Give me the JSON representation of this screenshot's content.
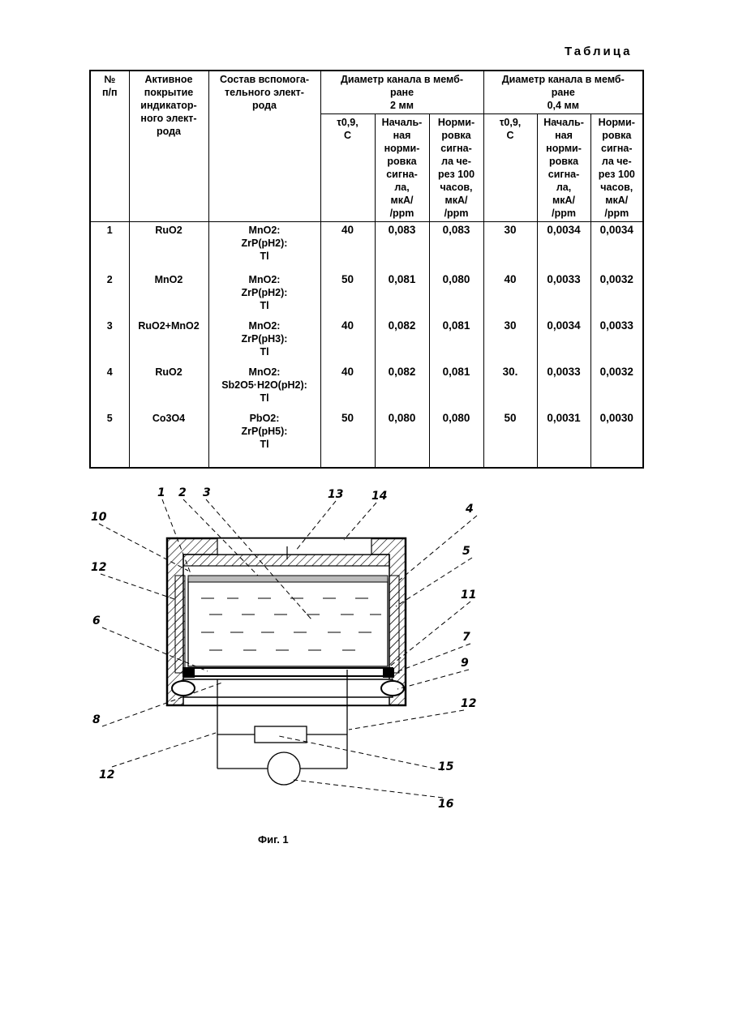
{
  "table_title": "Таблица",
  "headers": {
    "col_no": [
      "№",
      "п/п"
    ],
    "col_coating": [
      "Активное",
      "покрытие",
      "индикатор-",
      "ного элект-",
      "рода"
    ],
    "col_aux": [
      "Состав вспомога-",
      "тельного элект-",
      "рода"
    ],
    "group_2mm": [
      "Диаметр  канала в мемб-",
      "ране",
      "2 мм"
    ],
    "group_04mm": [
      "Диаметр  канала в мемб-",
      "ране",
      "0,4 мм"
    ],
    "sub_tau": [
      "τ0,9,",
      "С"
    ],
    "sub_initial": [
      "Началь-",
      "ная",
      "норми-",
      "ровка",
      "сигна-",
      "ла,",
      "мкА/",
      "/ppm"
    ],
    "sub_after": [
      "Норми-",
      "ровка",
      "сигна-",
      "ла че-",
      "рез 100",
      "часов,",
      "мкА/",
      "/ppm"
    ]
  },
  "rows": [
    {
      "no": "1",
      "coating": "RuO2",
      "aux": [
        "MnO2:",
        "ZrP(pH2):",
        "Tl"
      ],
      "tau_2": "40",
      "init_2": "0,083",
      "after_2": "0,083",
      "tau_04": "30",
      "init_04": "0,0034",
      "after_04": "0,0034"
    },
    {
      "no": "2",
      "coating": "MnO2",
      "aux": [
        "MnO2:",
        "ZrP(pH2):",
        "Tl"
      ],
      "tau_2": "50",
      "init_2": "0,081",
      "after_2": "0,080",
      "tau_04": "40",
      "init_04": "0,0033",
      "after_04": "0,0032"
    },
    {
      "no": "3",
      "coating": "RuO2+MnO2",
      "aux": [
        "MnO2:",
        "ZrP(pH3):",
        "Tl"
      ],
      "tau_2": "40",
      "init_2": "0,082",
      "after_2": "0,081",
      "tau_04": "30",
      "init_04": "0,0034",
      "after_04": "0,0033"
    },
    {
      "no": "4",
      "coating": "RuO2",
      "aux": [
        "MnO2:",
        "Sb2O5·H2O(pH2):",
        "Tl"
      ],
      "tau_2": "40",
      "init_2": "0,082",
      "after_2": "0,081",
      "tau_04": "30.",
      "init_04": "0,0033",
      "after_04": "0,0032"
    },
    {
      "no": "5",
      "coating": "Co3O4",
      "aux": [
        "PbO2:",
        "ZrP(pH5):",
        "Tl"
      ],
      "tau_2": "50",
      "init_2": "0,080",
      "after_2": "0,080",
      "tau_04": "50",
      "init_04": "0,0031",
      "after_04": "0,0030"
    }
  ],
  "figure": {
    "caption": "Фиг. 1",
    "labels": [
      "1",
      "2",
      "3",
      "13",
      "14",
      "10",
      "4",
      "5",
      "12",
      "11",
      "6",
      "7",
      "9",
      "8",
      "12",
      "12",
      "15",
      "16"
    ]
  }
}
